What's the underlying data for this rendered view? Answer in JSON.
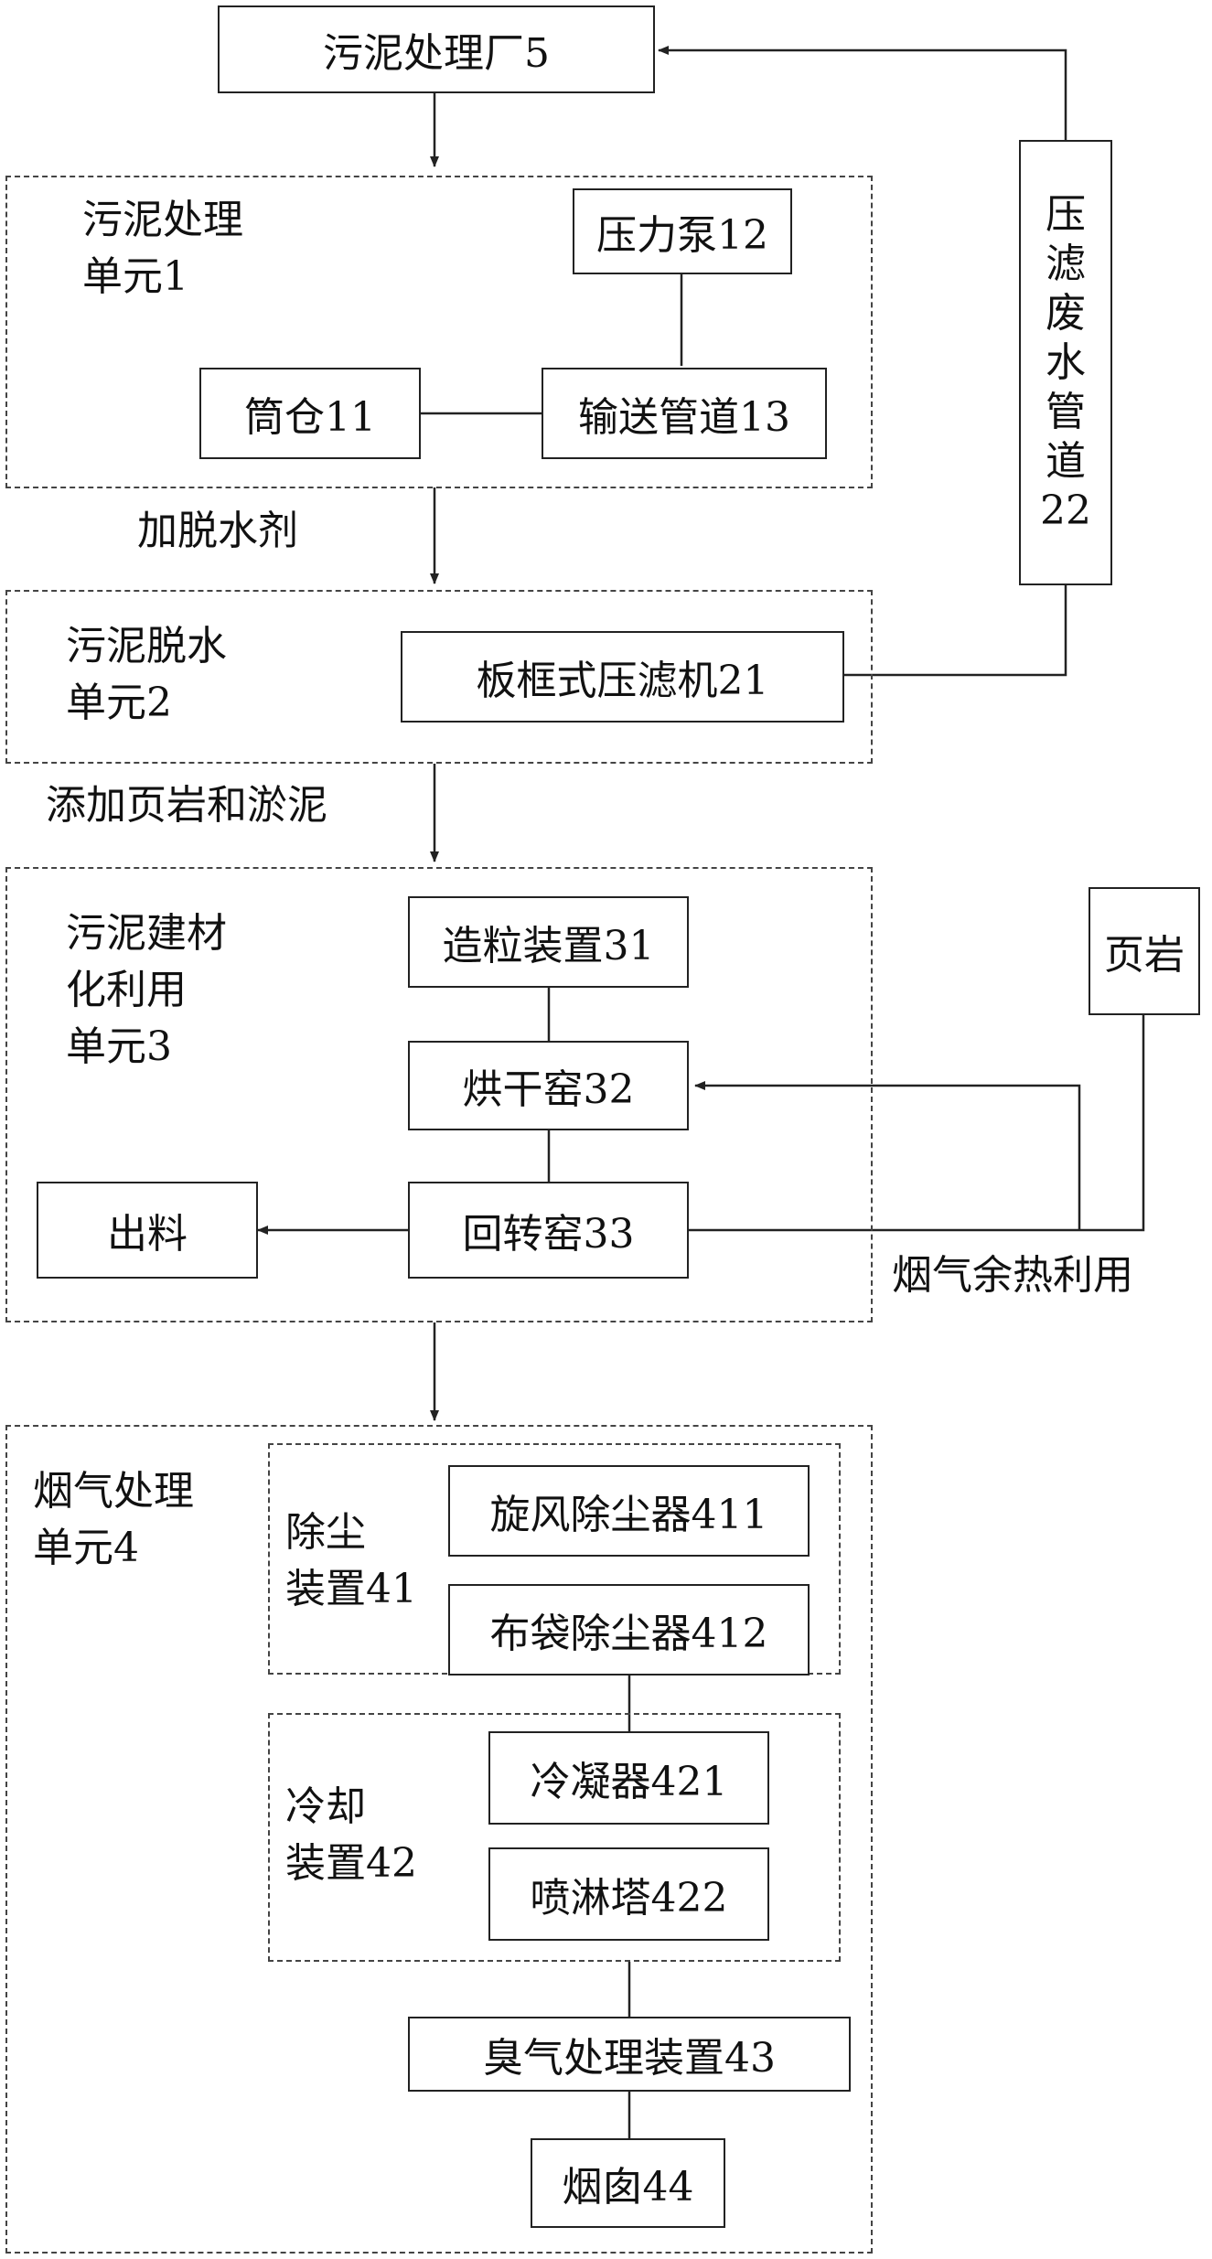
{
  "plant": "污泥处理厂5",
  "unit1": {
    "name_line1": "污泥处理",
    "name_line2": "单元1",
    "pressure_pump": "压力泵12",
    "silo": "筒仓11",
    "pipeline": "输送管道13"
  },
  "filtrate_pipe": [
    "压",
    "滤",
    "废",
    "水",
    "管",
    "道",
    "22"
  ],
  "label_dewater_agent": "加脱水剂",
  "unit2": {
    "name_line1": "污泥脱水",
    "name_line2": "单元2",
    "filter_press": "板框式压滤机21"
  },
  "label_add_shale": "添加页岩和淤泥",
  "unit3": {
    "name_line1": "污泥建材",
    "name_line2": "化利用",
    "name_line3": "单元3",
    "granulator": "造粒装置31",
    "dryer": "烘干窑32",
    "rotary_kiln": "回转窑33",
    "output": "出料"
  },
  "shale": "页岩",
  "label_heat_recovery": "烟气余热利用",
  "unit4": {
    "name_line1": "烟气处理",
    "name_line2": "单元4",
    "dust": {
      "name_line1": "除尘",
      "name_line2": "装置41",
      "cyclone": "旋风除尘器411",
      "bag": "布袋除尘器412"
    },
    "cooling": {
      "name_line1": "冷却",
      "name_line2": "装置42",
      "condenser": "冷凝器421",
      "spray_tower": "喷淋塔422"
    },
    "ozone": "臭气处理装置43",
    "chimney": "烟囱44"
  }
}
